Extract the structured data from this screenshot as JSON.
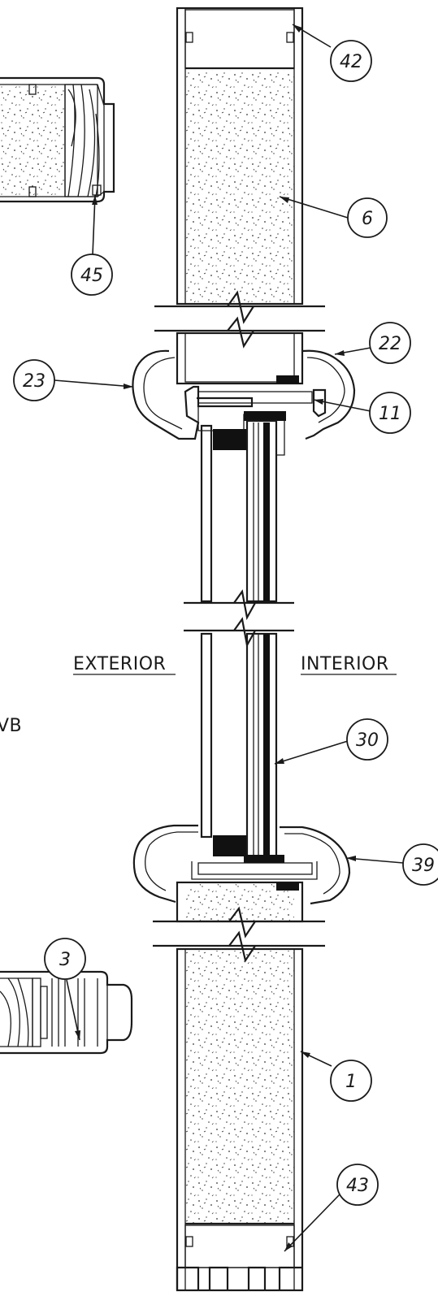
{
  "labels": {
    "exterior": "EXTERIOR",
    "interior": "INTERIOR",
    "partial_text": "VB"
  },
  "callouts": {
    "c42": "42",
    "c6": "6",
    "c45": "45",
    "c22": "22",
    "c23": "23",
    "c11": "11",
    "c30": "30",
    "c39": "39",
    "c3": "3",
    "c1": "1",
    "c43": "43"
  },
  "colors": {
    "line": "#1a1a1a",
    "background": "#ffffff"
  }
}
